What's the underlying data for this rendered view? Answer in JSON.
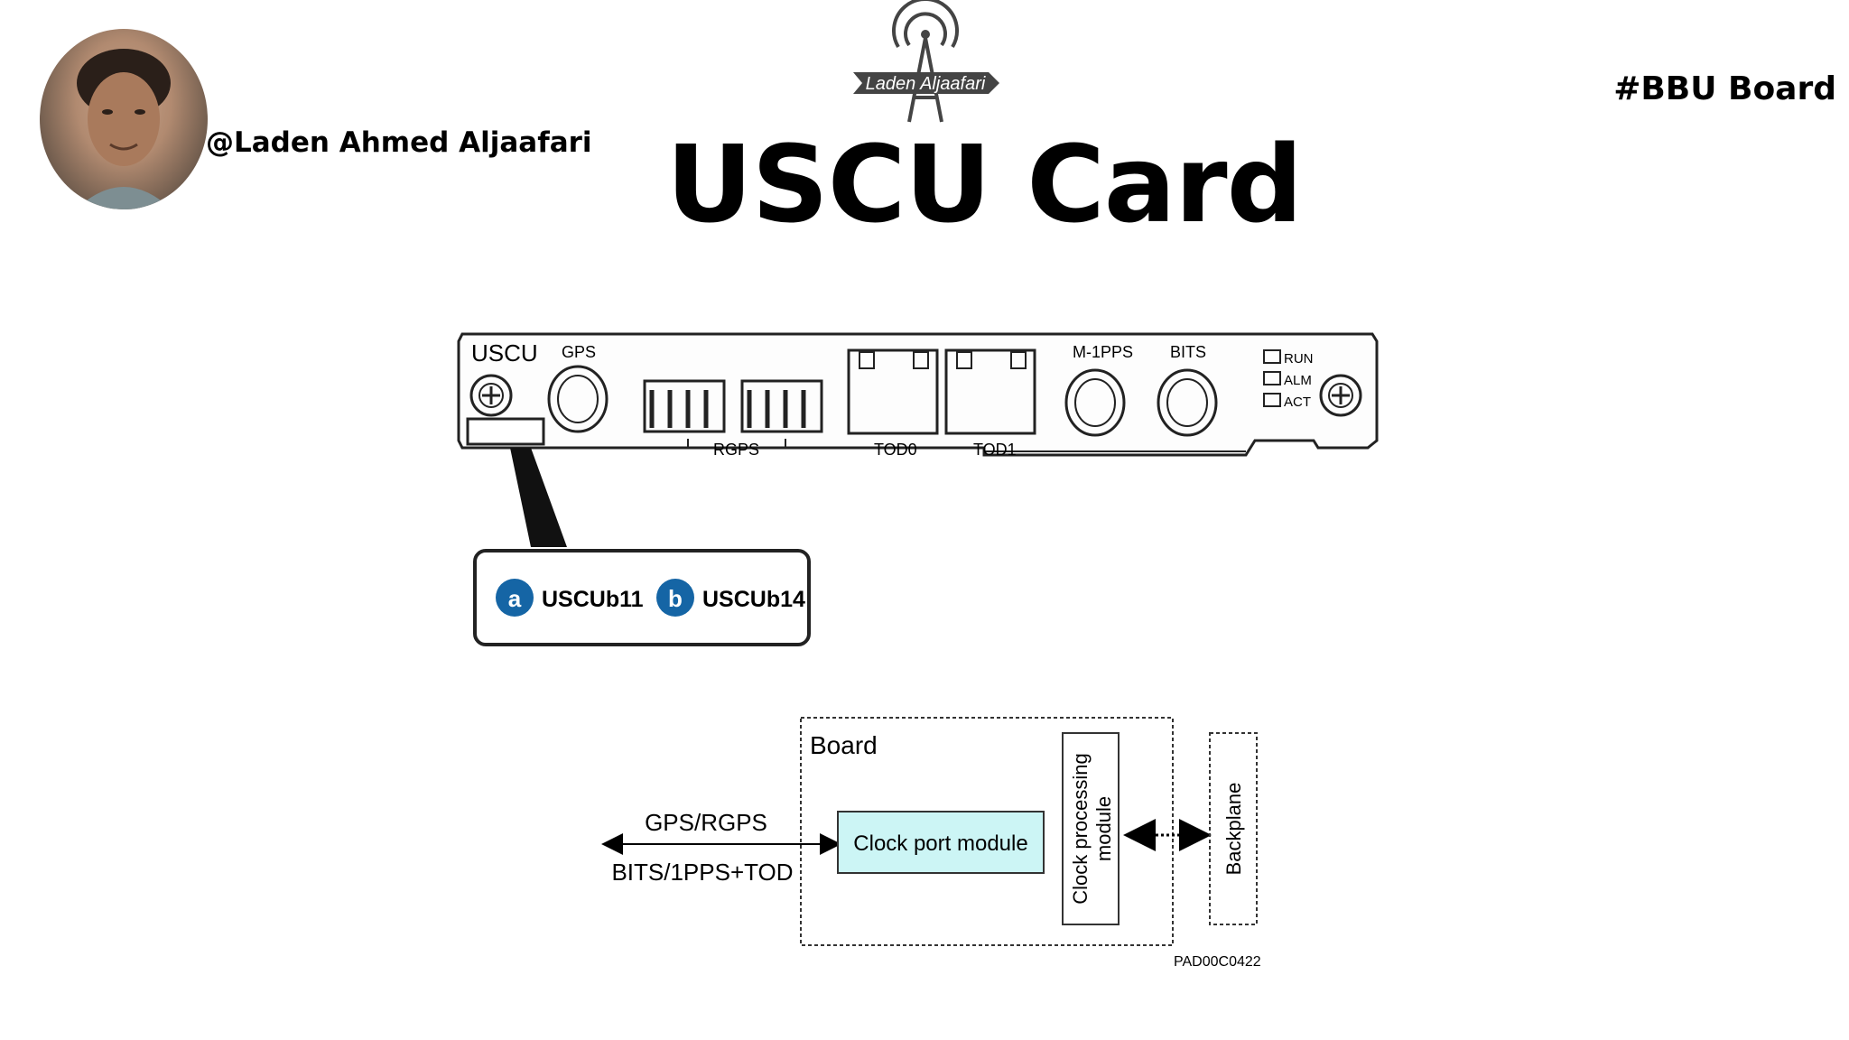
{
  "header": {
    "handle": "@Laden Ahmed Aljaafari",
    "hashtag": "#BBU Board",
    "title": "USCU Card",
    "logo_text": "Laden Aljaafari"
  },
  "card": {
    "name": "USCU",
    "port_gps": "GPS",
    "port_rgps": "RGPS",
    "port_tod0": "TOD0",
    "port_tod1": "TOD1",
    "port_m1pps": "M-1PPS",
    "port_bits": "BITS",
    "led_run": "RUN",
    "led_alm": "ALM",
    "led_act": "ACT",
    "variant_a_badge": "a",
    "variant_a": "USCUb11",
    "variant_b_badge": "b",
    "variant_b": "USCUb14"
  },
  "diagram": {
    "board_label": "Board",
    "external_top": "GPS/RGPS",
    "external_bottom": "BITS/1PPS+TOD",
    "clock_port": "Clock port module",
    "clock_processing_line1": "Clock processing",
    "clock_processing_line2": "module",
    "backplane": "Backplane",
    "figure_code": "PAD00C0422"
  },
  "colors": {
    "clock_port_fill": "#ccf5f5",
    "badge_blue": "#1565a5"
  }
}
